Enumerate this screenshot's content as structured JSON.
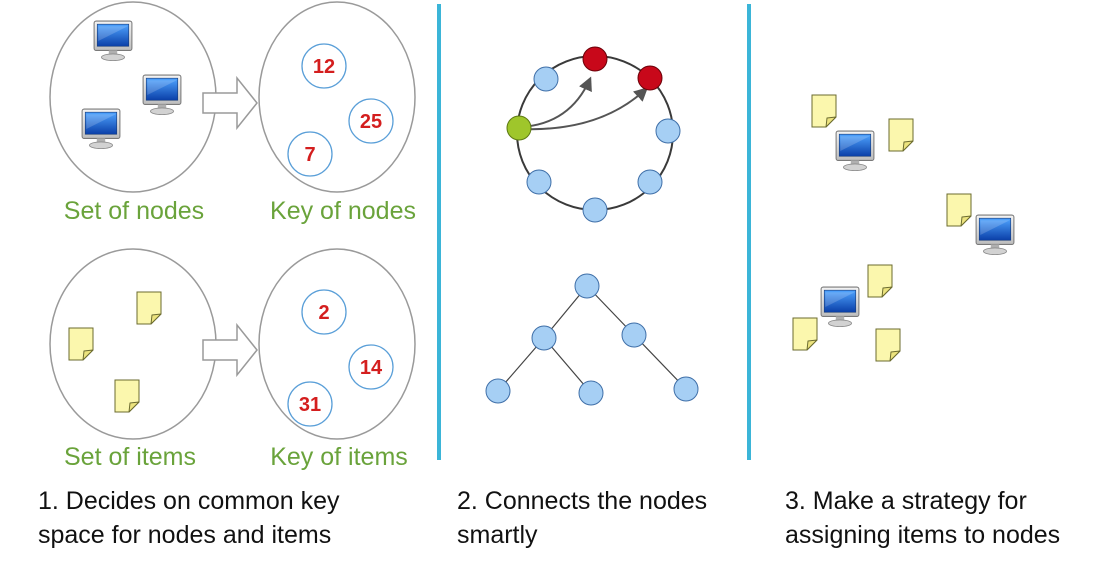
{
  "colors": {
    "divider": "#3bb5d8",
    "label_green": "#6aa33b",
    "key_red": "#d41e1e",
    "node_fill": "#a6cff4",
    "node_stroke": "#3f6fa8",
    "start_node": "#9fc62b",
    "target_node": "#c8081a",
    "note_fill": "#fbf7ad"
  },
  "panel1": {
    "nodes_set_label": "Set of nodes",
    "nodes_key_label": "Key of nodes",
    "node_keys": [
      "12",
      "25",
      "7"
    ],
    "items_set_label": "Set of items",
    "items_key_label": "Key of items",
    "item_keys": [
      "2",
      "14",
      "31"
    ],
    "caption_line1": "1. Decides on common key",
    "caption_line2": "space for nodes and items"
  },
  "panel2": {
    "caption_line1": "2. Connects the nodes",
    "caption_line2": "smartly"
  },
  "panel3": {
    "caption_line1": "3. Make a strategy for",
    "caption_line2": "assigning items to nodes"
  },
  "icons": {
    "computer": "computer-icon",
    "document": "document-icon",
    "arrow": "block-arrow-icon"
  }
}
